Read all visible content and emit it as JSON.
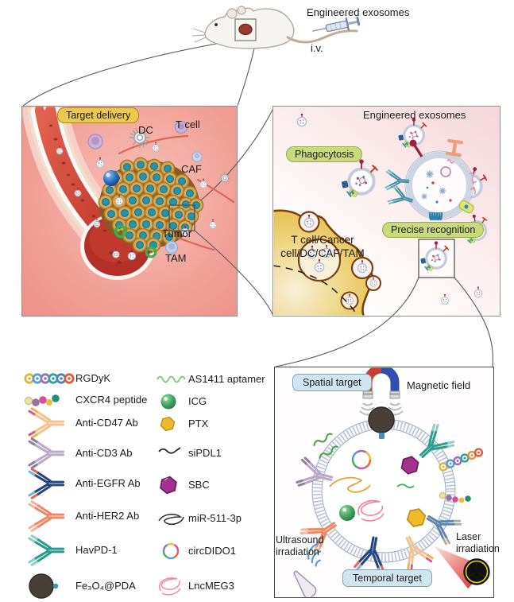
{
  "top": {
    "title": "Engineered exosomes",
    "iv_label": "i.v."
  },
  "left_panel": {
    "badge": "Target delivery",
    "labels": {
      "dc": "DC",
      "t_cell": "T cell",
      "caf": "CAF",
      "tumor": "Tumor",
      "tam": "TAM"
    }
  },
  "right_panel": {
    "title": "Engineered exosomes",
    "phagocytosis_badge": "Phagocytosis",
    "precise_badge": "Precise recognition",
    "cell_label_line1": "T cell/Cancer",
    "cell_label_line2": "cell/DC/CAF/TAM"
  },
  "legend": {
    "column1": [
      {
        "icon": "rgdyk-chain-icon",
        "label": "RGDyK"
      },
      {
        "icon": "cxcr4-peptide-icon",
        "label": "CXCR4 peptide"
      },
      {
        "icon": "anti-cd47-antibody-icon",
        "label": "Anti-CD47 Ab"
      },
      {
        "icon": "anti-cd3-antibody-icon",
        "label": "Anti-CD3 Ab"
      },
      {
        "icon": "anti-egfr-antibody-icon",
        "label": "Anti-EGFR Ab"
      },
      {
        "icon": "anti-her2-antibody-icon",
        "label": "Anti-HER2 Ab"
      },
      {
        "icon": "havpd1-antibody-icon",
        "label": "HavPD-1"
      },
      {
        "icon": "fe3o4-pda-icon",
        "label": "Fe₃O₄@PDA"
      }
    ],
    "column2": [
      {
        "icon": "as1411-aptamer-icon",
        "label": "AS1411 aptamer"
      },
      {
        "icon": "icg-icon",
        "label": "ICG"
      },
      {
        "icon": "ptx-icon",
        "label": "PTX"
      },
      {
        "icon": "sipdl1-icon",
        "label": "siPDL1"
      },
      {
        "icon": "sbc-icon",
        "label": "SBC"
      },
      {
        "icon": "mir-511-3p-icon",
        "label": "miR-511-3p"
      },
      {
        "icon": "circdido1-icon",
        "label": "circDIDO1"
      },
      {
        "icon": "lncmeg3-icon",
        "label": "LncMEG3"
      }
    ]
  },
  "bottom_panel": {
    "spatial_badge": "Spatial target",
    "temporal_badge": "Temporal target",
    "magnetic_label": "Magnetic field",
    "ultrasound_label": "Ultrasound irradiation",
    "laser_label": "Laser irradiation"
  },
  "colors": {
    "panel_pink": "#f1a399",
    "badge_yellow": "#ecc84d",
    "badge_green": "#c9da7d",
    "badge_blue": "#cfe5f0",
    "magnet_red": "#cd3a30",
    "magnet_blue": "#2f4fae",
    "radiation_yellow": "#f2d410",
    "vessel_red": "#c43a30",
    "tumor_cell_tan": "#d9a855",
    "tumor_nucleus_teal": "#2594ae",
    "cell_yellow": "#e9c253",
    "cell_border_brown": "#7b3f10"
  }
}
